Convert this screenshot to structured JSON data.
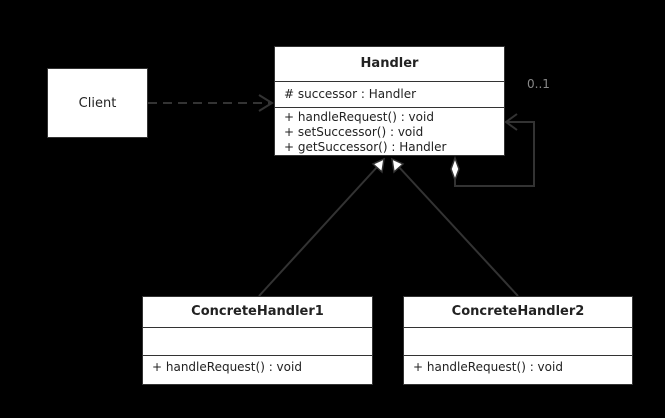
{
  "client": {
    "label": "Client"
  },
  "handler": {
    "title": "Handler",
    "attributes": [
      "# successor : Handler"
    ],
    "operations": [
      "+ handleRequest() : void",
      "+ setSuccessor() : void",
      "+ getSuccessor() : Handler"
    ]
  },
  "concrete_handlers": [
    {
      "title": "ConcreteHandler1",
      "operations": [
        "+ handleRequest() : void"
      ]
    },
    {
      "title": "ConcreteHandler2",
      "operations": [
        "+ handleRequest() : void"
      ]
    }
  ],
  "association": {
    "multiplicity": "0..1"
  },
  "colors": {
    "background": "#000000",
    "box_fill": "#ffffff",
    "line": "#333333",
    "multiplicity_text": "#888888"
  }
}
